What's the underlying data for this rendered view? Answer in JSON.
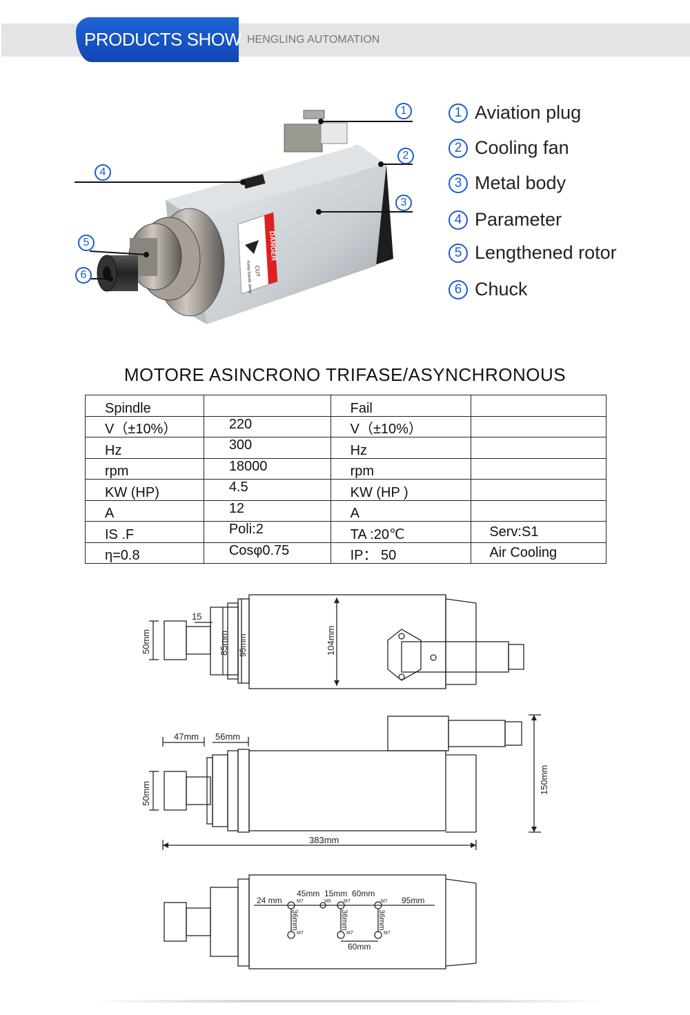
{
  "header": {
    "tab_label": "PRODUCTS SHOW",
    "subtitle": "HENGLING AUTOMATION",
    "accent": "#1a5bd0"
  },
  "legend": [
    {
      "num": "1",
      "label": "Aviation plug"
    },
    {
      "num": "2",
      "label": "Cooling fan"
    },
    {
      "num": "3",
      "label": "Metal body"
    },
    {
      "num": "4",
      "label": "Parameter"
    },
    {
      "num": "5",
      "label": "Lengthened rotor"
    },
    {
      "num": "6",
      "label": "Chuck"
    }
  ],
  "product_photo": {
    "danger_label": "DANGER",
    "cut_label": "CUT",
    "keep_label": "Keep hands away"
  },
  "spec_table": {
    "title": "MOTORE  ASINCRONO TRIFASE/ASYNCHRONOUS",
    "rows": [
      [
        "Spindle",
        "",
        "Fail",
        ""
      ],
      [
        "V（±10%）",
        "220",
        "V（±10%）",
        ""
      ],
      [
        "Hz",
        "300",
        "Hz",
        ""
      ],
      [
        "rpm",
        "18000",
        "rpm",
        ""
      ],
      [
        "KW (HP)",
        "4.5",
        "KW (HP )",
        ""
      ],
      [
        "A",
        "12",
        "A",
        ""
      ],
      [
        "IS .F",
        "Poli:2",
        "TA :20℃",
        "Serv:S1"
      ],
      [
        "η=0.8",
        "Cosφ0.75",
        "IP： 50",
        "Air Cooling"
      ]
    ]
  },
  "drawings": {
    "top": {
      "d50": "50mm",
      "d15": "15",
      "d85": "85mm",
      "d95": "95mm",
      "d104": "104mm"
    },
    "side": {
      "d47": "47mm",
      "d56": "56mm",
      "d50": "50mm",
      "d150": "150mm",
      "d383": "383mm"
    },
    "bottom": {
      "d24": "24 mm",
      "d45": "45mm",
      "d15": "15mm",
      "d60": "60mm",
      "d95": "95mm",
      "d36a": "36mm",
      "d36b": "36mm",
      "d36c": "36mm",
      "d60b": "60mm",
      "m7": "M7",
      "m5": "M5"
    }
  }
}
